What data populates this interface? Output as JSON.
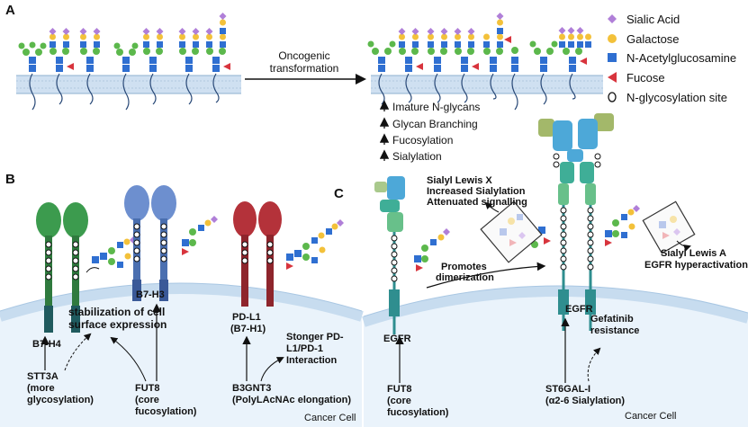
{
  "panels": {
    "a": "A",
    "b": "B",
    "c": "C"
  },
  "panel_a": {
    "arrow_label_line1": "Oncogenic",
    "arrow_label_line2": "transformation",
    "changes": [
      "Imature N-glycans",
      "Glycan Branching",
      "Fucosylation",
      "Sialylation"
    ],
    "legend": [
      {
        "label": "Sialic Acid",
        "icon": "diamond-icon",
        "color": "#b07fd8"
      },
      {
        "label": "Galactose",
        "icon": "circle-icon",
        "color": "#f3c13a"
      },
      {
        "label": "N-Acetylglucosamine",
        "icon": "square-icon",
        "color": "#2f6fd1"
      },
      {
        "label": "Fucose",
        "icon": "triangle-icon",
        "color": "#d8343d"
      },
      {
        "label": "N-glycosylation site",
        "icon": "ring-icon",
        "color": "#ffffff"
      }
    ]
  },
  "panel_b": {
    "receptors": {
      "b7h4": "B7-H4",
      "b7h3": "B7-H3",
      "pdl1_line1": "PD-L1",
      "pdl1_line2": "(B7-H1)"
    },
    "stabilization_line1": "stabilization of cell",
    "stabilization_line2": "surface expression",
    "interaction_line1": "Stonger PD-",
    "interaction_line2": "L1/PD-1",
    "interaction_line3": "Interaction",
    "stt3a_line1": "STT3A",
    "stt3a_line2": "(more",
    "stt3a_line3": "glycosylation)",
    "fut8_line1": "FUT8",
    "fut8_line2": "(core",
    "fut8_line3": "fucosylation)",
    "b3gnt3_line1": "B3GNT3",
    "b3gnt3_line2": "(PolyLAcNAc elongation)",
    "cell_label": "Cancer Cell"
  },
  "panel_c": {
    "sialyl_x_line1": "Sialyl Lewis X",
    "sialyl_x_line2": "Increased Sialylation",
    "sialyl_x_line3": "Attenuated signalling",
    "promotes_line1": "Promotes",
    "promotes_line2": "dimerization",
    "egfr_monomer": "EGFR",
    "egfr_dimer": "EGFR",
    "gefitinib_line1": "Gefatinib",
    "gefitinib_line2": "resistance",
    "sialyl_a_line1": "Sialyl Lewis A",
    "sialyl_a_line2": "EGFR hyperactivation",
    "fut8_line1": "FUT8",
    "fut8_line2": "(core",
    "fut8_line3": "fucosylation)",
    "st6_line1": "ST6GAL-I",
    "st6_line2": "(α2-6 Sialylation)",
    "cell_label": "Cancer Cell"
  },
  "colors": {
    "membrane": "#d6e6f5",
    "cell_fill": "#eef5fb",
    "receptor_green": "#3c9b4e",
    "receptor_blue": "#6d8fcf",
    "receptor_red": "#b4323a",
    "egfr_teal": "#2f8e8f",
    "egfr_blue": "#4da8d8"
  }
}
